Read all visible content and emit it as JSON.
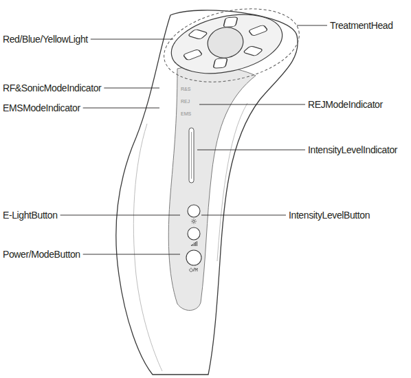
{
  "diagram": {
    "labels": [
      "Red/Blue/YellowLight",
      "TreatmentHead",
      "RF&SonicModeIndicator",
      "REJModeIndicator",
      "EMSModeIndicator",
      "IntensityLevelIndicator",
      "E-LightButton",
      "IntensityLevelButton",
      "Power/ModeButton",
      "R&S",
      "REJ",
      "EMS"
    ]
  }
}
